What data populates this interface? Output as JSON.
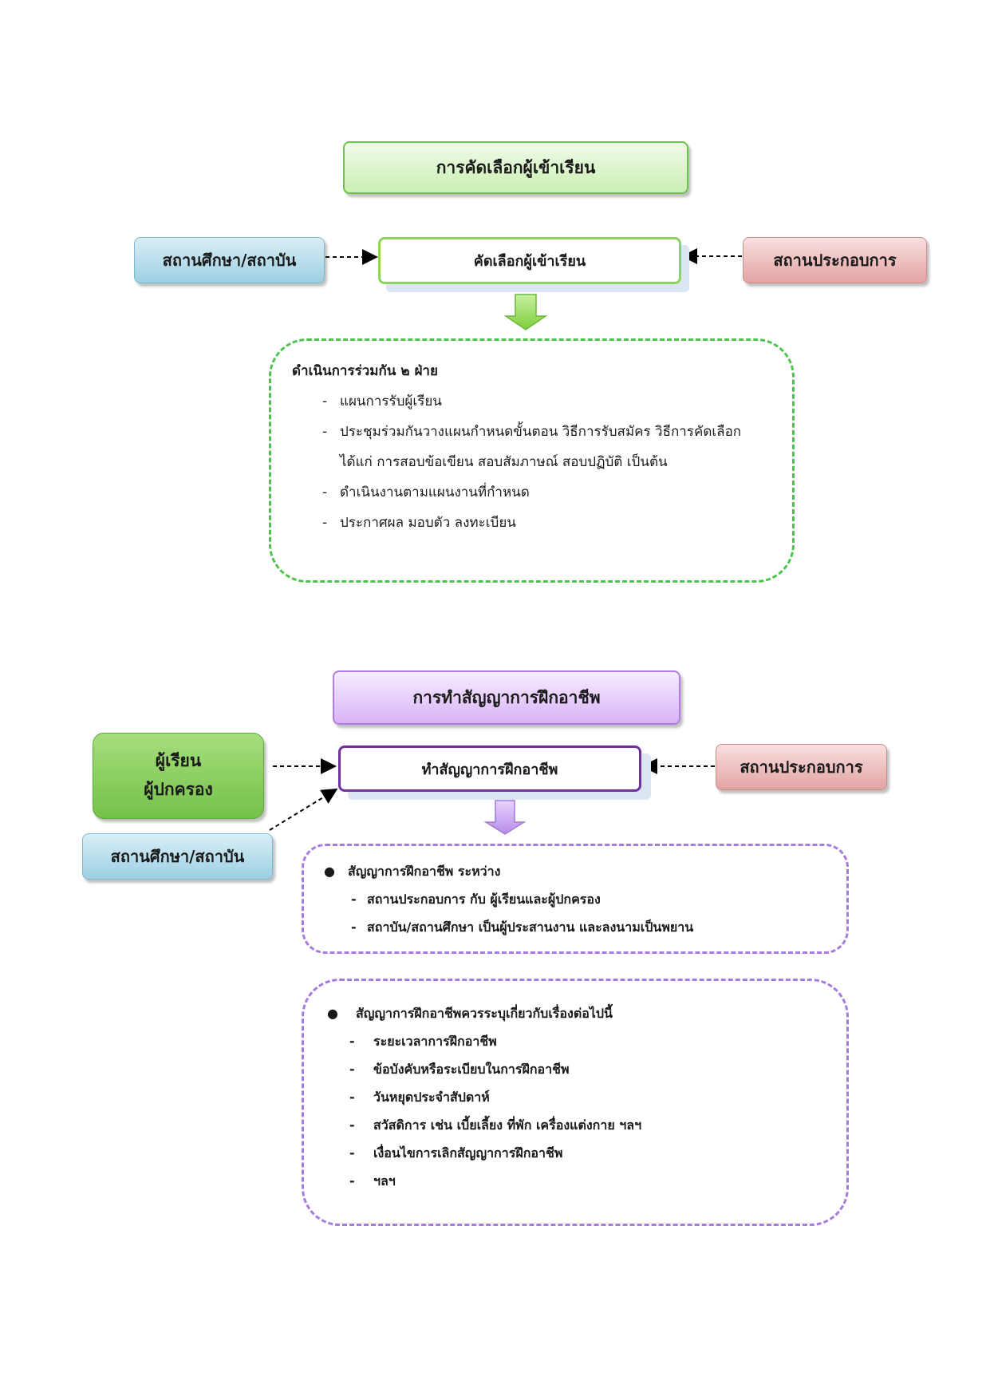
{
  "section1": {
    "title": "การคัดเลือกผู้เข้าเรียน",
    "left_box": "สถานศึกษา/สถาบัน",
    "center_box": "คัดเลือกผู้เข้าเรียน",
    "right_box": "สถานประกอบการ",
    "details": {
      "heading": "ดำเนินการร่วมกัน ๒ ฝ่าย",
      "items": [
        "แผนการรับผู้เรียน",
        "ประชุมร่วมกันวางแผนกำหนดขั้นตอน วิธีการรับสมัคร วิธีการคัดเลือก",
        "ได้แก่ การสอบข้อเขียน สอบสัมภาษณ์ สอบปฏิบัติ เป็นต้น",
        "ดำเนินงานตามแผนงานที่กำหนด",
        "ประกาศผล มอบตัว ลงทะเบียน"
      ]
    }
  },
  "section2": {
    "title": "การทำสัญญาการฝึกอาชีพ",
    "left_box_line1": "ผู้เรียน",
    "left_box_line2": "ผู้ปกครอง",
    "left_bottom_box": "สถานศึกษา/สถาบัน",
    "center_box": "ทำสัญญาการฝึกอาชีพ",
    "right_box": "สถานประกอบการ",
    "box1": {
      "heading": "สัญญาการฝึกอาชีพ ระหว่าง",
      "items": [
        "สถานประกอบการ กับ ผู้เรียนและผู้ปกครอง",
        "สถาบัน/สถานศึกษา เป็นผู้ประสานงาน และลงนามเป็นพยาน"
      ]
    },
    "box2": {
      "heading": "สัญญาการฝึกอาชีพควรระบุเกี่ยวกับเรื่องต่อไปนี้",
      "items": [
        "ระยะเวลาการฝึกอาชีพ",
        "ข้อบังคับหรือระเบียบในการฝึกอาชีพ",
        "วันหยุดประจำสัปดาห์",
        "สวัสดิการ เช่น เบี้ยเลี้ยง ที่พัก เครื่องแต่งกาย ฯลฯ",
        "เงื่อนไขการเลิกสัญญาการฝึกอาชีพ",
        "ฯลฯ"
      ]
    }
  },
  "colors": {
    "green_accent": "#8cd45c",
    "purple_accent": "#7030a0",
    "dash_green": "#4cc34c",
    "dash_purple": "#a57be0"
  }
}
